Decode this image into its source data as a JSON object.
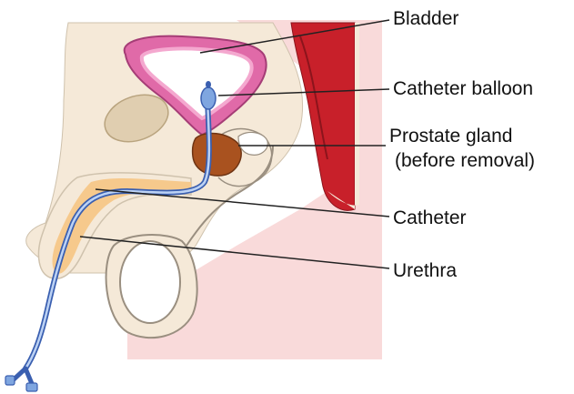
{
  "labels": {
    "bladder": "Bladder",
    "catheter_balloon": "Catheter balloon",
    "prostate_line1": "Prostate gland",
    "prostate_line2": "(before removal)",
    "catheter": "Catheter",
    "urethra": "Urethra"
  },
  "colors": {
    "skin": "#f5e9d8",
    "pink_tissue": "#f9dada",
    "muscle_red": "#c8202a",
    "bladder_pink": "#e06aa8",
    "bladder_inner": "#f4a8cf",
    "prostate_brown": "#a9521f",
    "bone_tan": "#e0ceb0",
    "urethra_orange": "#f6c98c",
    "catheter_blue": "#7fa6e0",
    "catheter_dark": "#3a5fb0"
  }
}
